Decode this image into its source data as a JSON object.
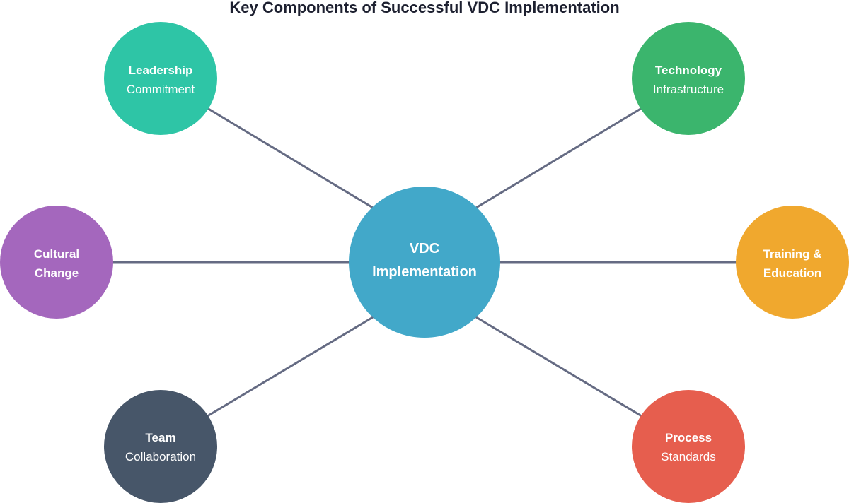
{
  "title": "Key Components of Successful VDC Implementation",
  "colors": {
    "connector": "#656b83",
    "title_text": "#1d2030",
    "node_text": "#ffffff"
  },
  "center": {
    "line1": "VDC",
    "line2": "Implementation",
    "color": "#42a8c9"
  },
  "nodes": [
    {
      "id": "leadership",
      "line1": "Leadership",
      "line2": "Commitment",
      "line1_bold": true,
      "line2_bold": false,
      "color": "#2ec5a6"
    },
    {
      "id": "technology",
      "line1": "Technology",
      "line2": "Infrastructure",
      "line1_bold": true,
      "line2_bold": false,
      "color": "#3bb56d"
    },
    {
      "id": "cultural-change",
      "line1": "Cultural",
      "line2": "Change",
      "line1_bold": true,
      "line2_bold": true,
      "color": "#a467bd"
    },
    {
      "id": "training-education",
      "line1": "Training &",
      "line2": "Education",
      "line1_bold": true,
      "line2_bold": true,
      "color": "#f0a82e"
    },
    {
      "id": "team",
      "line1": "Team",
      "line2": "Collaboration",
      "line1_bold": true,
      "line2_bold": false,
      "color": "#475669"
    },
    {
      "id": "process",
      "line1": "Process",
      "line2": "Standards",
      "line1_bold": true,
      "line2_bold": false,
      "color": "#e65e4e"
    }
  ]
}
